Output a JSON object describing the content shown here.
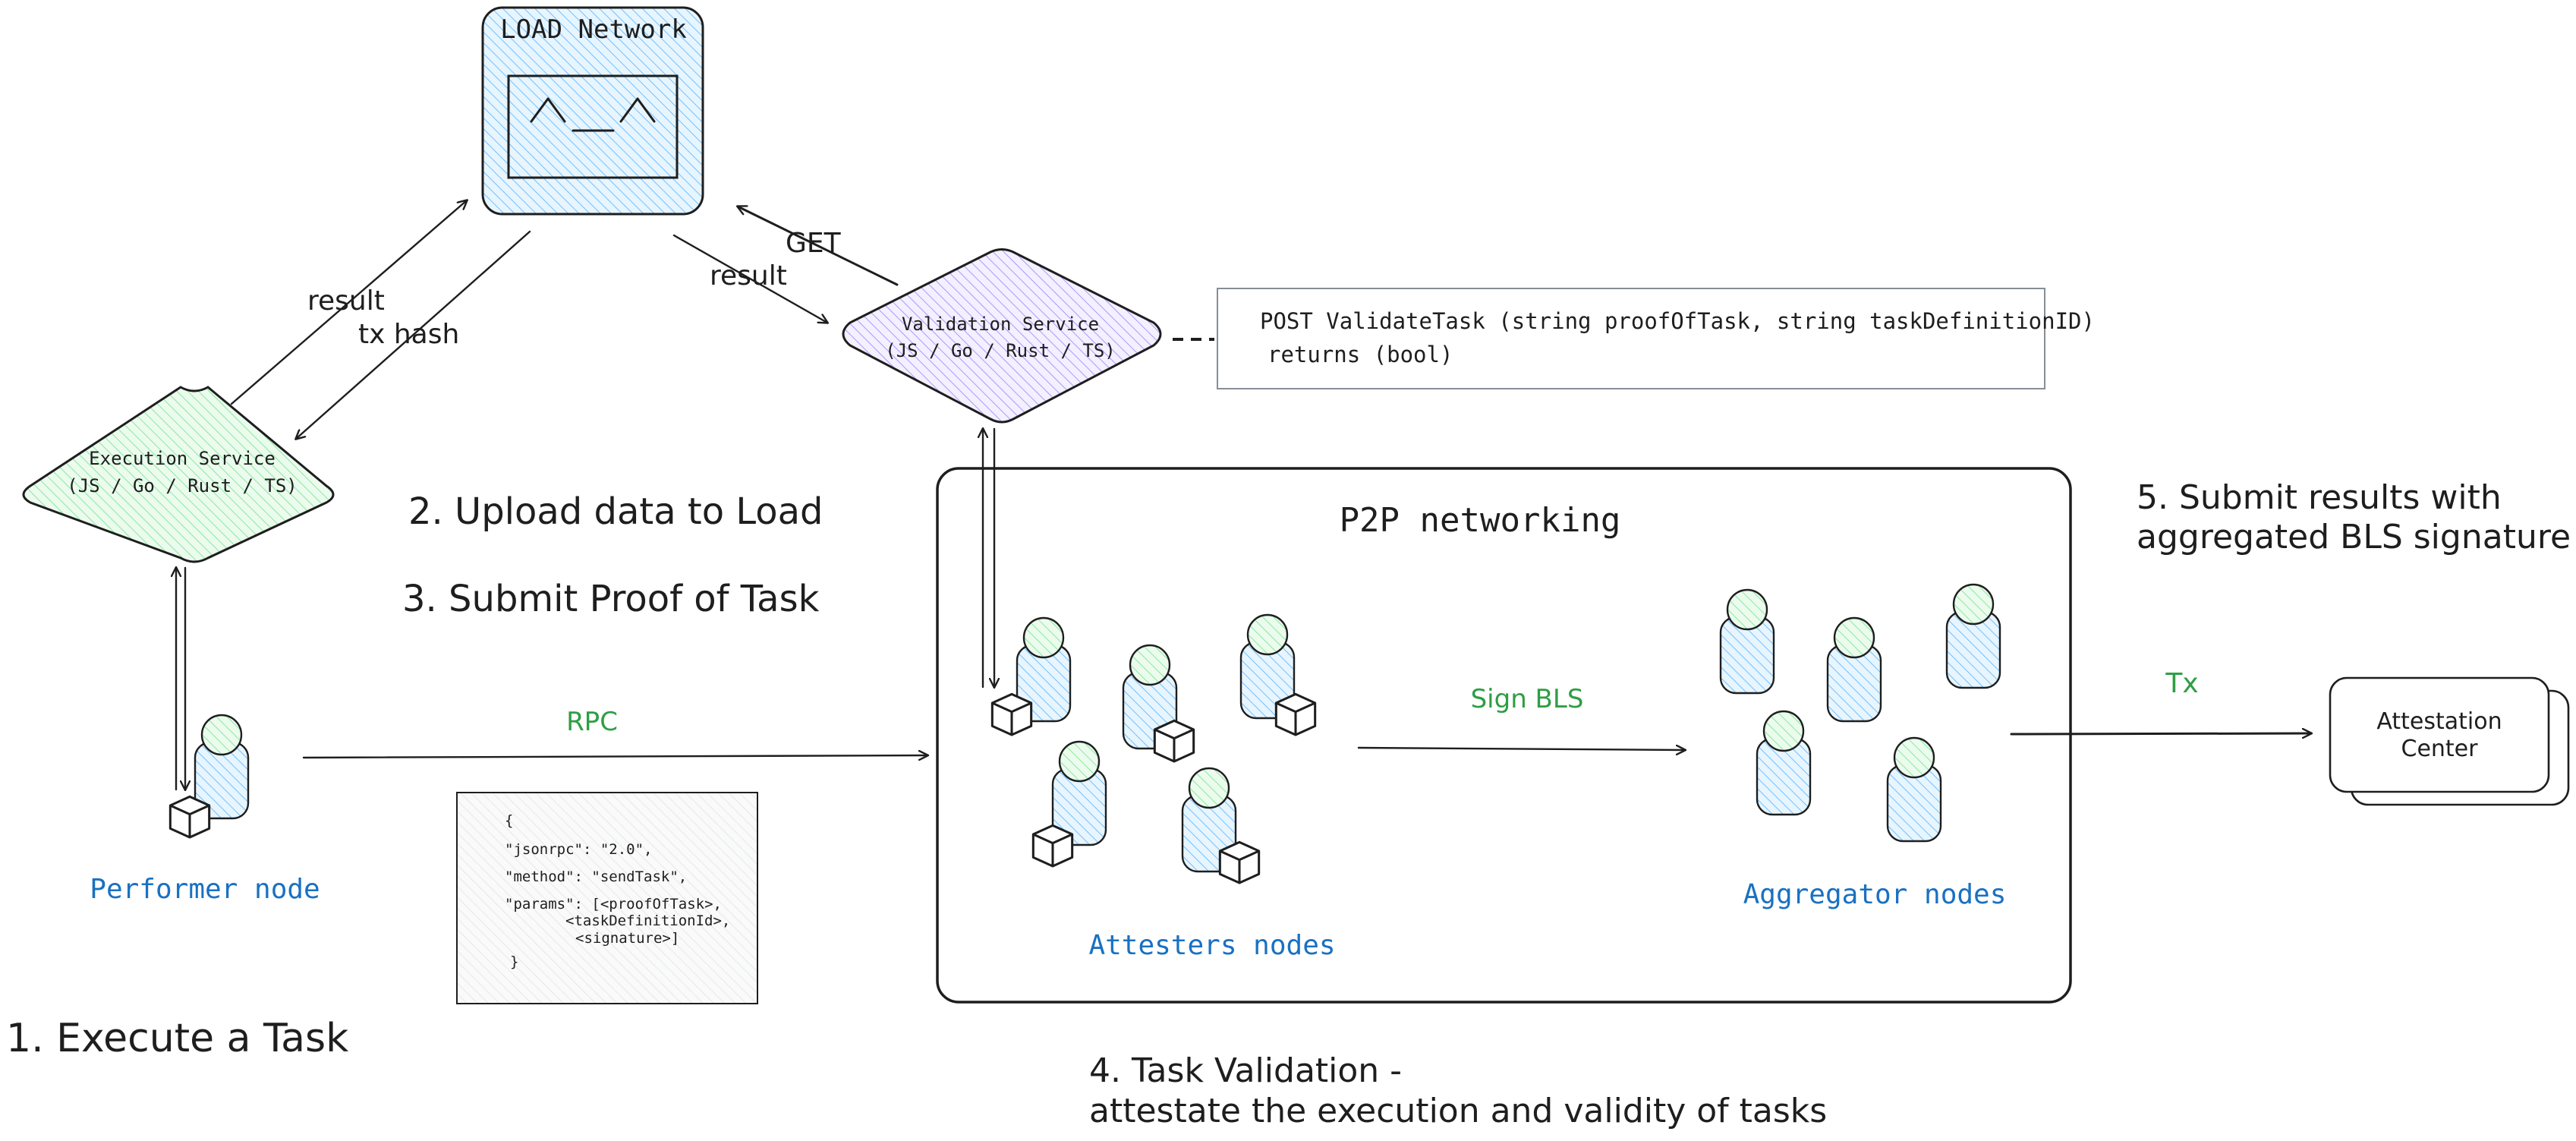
{
  "load_network": {
    "title": "LOAD Network",
    "face": "^ _ ^"
  },
  "execution_service": {
    "title": "Execution Service",
    "langs": "(JS / Go / Rust / TS)"
  },
  "validation_service": {
    "title": "Validation Service",
    "langs": "(JS / Go / Rust / TS)"
  },
  "validate_api": {
    "line1": "POST ValidateTask (string proofOfTask, string taskDefinitionID)",
    "line2": "returns (bool)"
  },
  "edge_labels": {
    "result_left": "result",
    "tx_hash": "tx hash",
    "get": "GET",
    "result_right": "result",
    "rpc": "RPC",
    "sign_bls": "Sign BLS",
    "tx": "Tx"
  },
  "steps": {
    "step1": "1. Execute a Task",
    "step2": "2. Upload data to Load",
    "step3": "3. Submit Proof of Task",
    "step4_line1": "4. Task Validation -",
    "step4_line2": "attestate the execution and validity of tasks",
    "step5_line1": "5. Submit results with",
    "step5_line2": "aggregated BLS signature"
  },
  "p2p": {
    "title": "P2P networking"
  },
  "nodes": {
    "performer": "Performer node",
    "attesters": "Attesters nodes",
    "aggregators": "Aggregator nodes"
  },
  "attestation_center": {
    "line1": "Attestation",
    "line2": "Center"
  },
  "rpc_payload": {
    "lines": [
      "{",
      "\"jsonrpc\": \"2.0\",",
      "\"method\": \"sendTask\",",
      "\"params\": [<proofOfTask>,",
      "<taskDefinitionId>,",
      "<signature>]",
      "}"
    ]
  },
  "colors": {
    "green_fill": "#d3f9d8",
    "violet_fill": "#e5dbff",
    "blue_fill": "#d0ebff",
    "label_blue": "#1971c2",
    "label_green": "#2f9e44",
    "stroke": "#1e1e1e"
  },
  "icons": [
    "person-icon",
    "cube-icon",
    "arrow-icon"
  ]
}
